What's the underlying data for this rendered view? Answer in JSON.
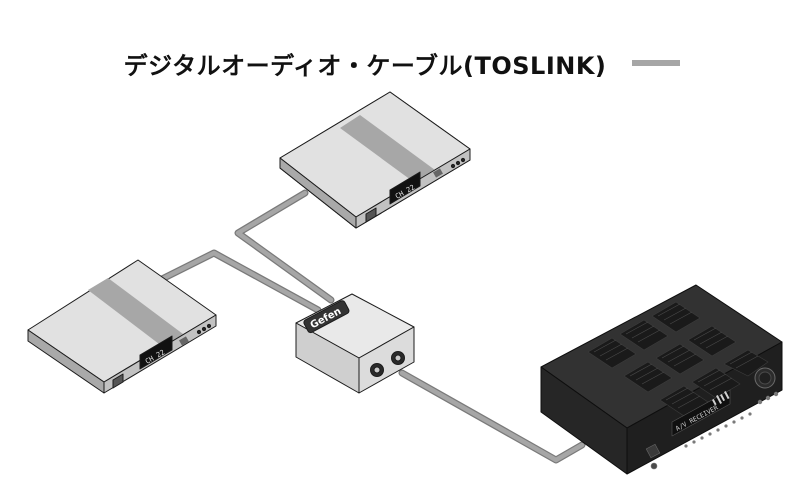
{
  "legend": {
    "label": "デジタルオーディオ・ケーブル(TOSLINK)",
    "cable_color": "#a6a6a6"
  },
  "devices": {
    "source_top": {
      "display": "CH 22"
    },
    "source_left": {
      "display": "CH 22"
    },
    "switcher": {
      "brand": "Gefen"
    },
    "receiver": {
      "display": "A/V RECEIVER"
    }
  },
  "colors": {
    "device_top": "#e1e1e1",
    "device_front": "#c2c2c2",
    "device_side": "#a9a9a9",
    "device_stripe": "#a7a7a7",
    "receiver_body": "#2b2b2b",
    "receiver_front": "#1f1f1f"
  }
}
